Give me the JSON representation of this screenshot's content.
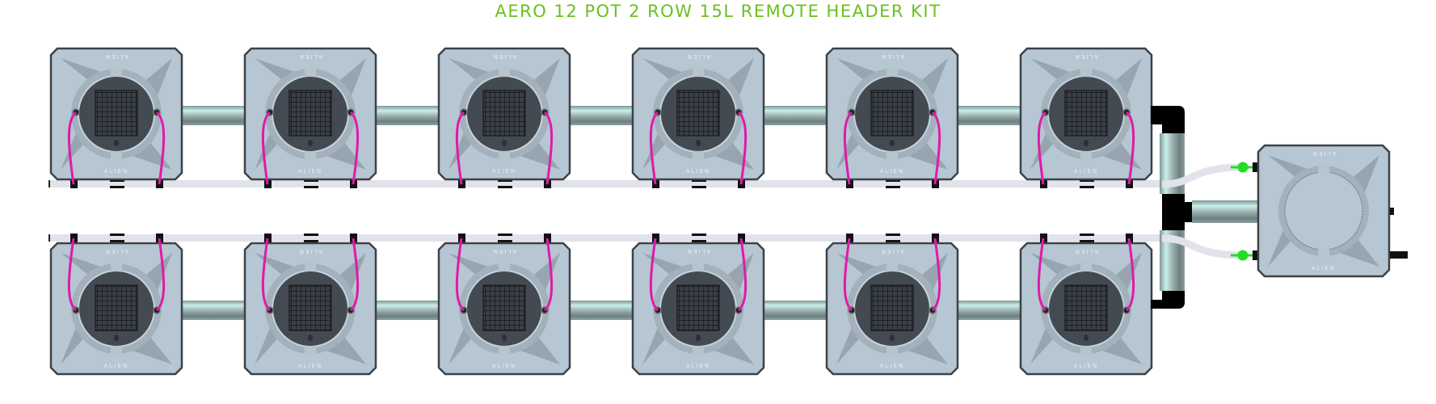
{
  "title": "AERO 12 POT 2 ROW 15L REMOTE HEADER KIT",
  "pot_label": "ALIEN",
  "layout": {
    "rows": 2,
    "pots_per_row": 6
  },
  "reservoir_label": "ALIEN",
  "colors": {
    "title": "#6cc01e",
    "pot_body": "#b6c6d2",
    "pot_lid": "#434a52",
    "drip_line": "#e01aa8",
    "feed_tube": "#e2e2ea",
    "pipe": "#9fb8b8",
    "fittings": "#000000",
    "valve": "#22dd22"
  }
}
